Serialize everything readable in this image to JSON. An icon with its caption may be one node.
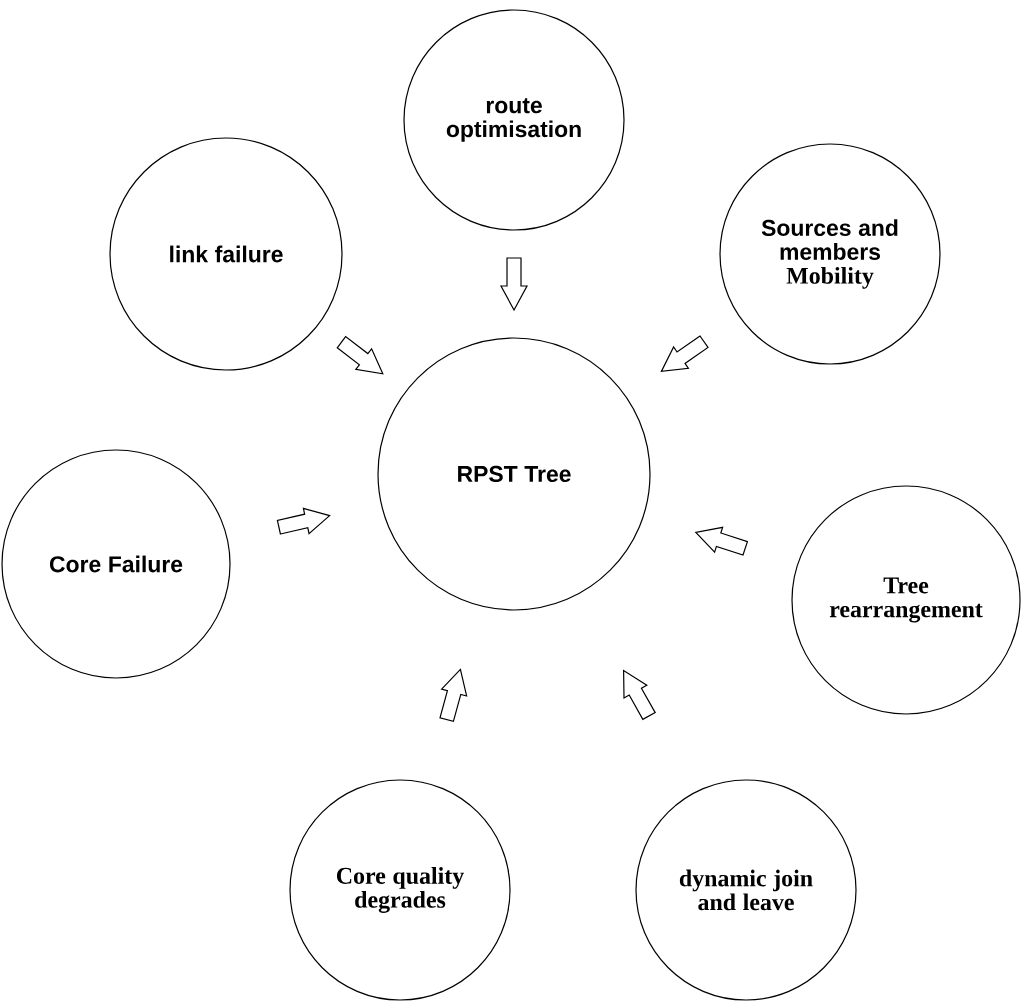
{
  "diagram": {
    "nodes": [
      {
        "text": [
          "route optimisation"
        ]
      },
      {
        "text": [
          "link failure"
        ]
      },
      {
        "text": [
          "Sources and members",
          "Mobility"
        ]
      },
      {
        "text": [
          "RPST Tree"
        ]
      },
      {
        "text": [
          "Core Failure"
        ]
      },
      {
        "text": [
          "Tree rearrangement"
        ]
      },
      {
        "text": [
          "Core quality degrades"
        ]
      },
      {
        "text": [
          "dynamic join and leave"
        ]
      }
    ],
    "edges": [
      {
        "from": 0,
        "to": 3,
        "arrow": "to"
      },
      {
        "from": 1,
        "to": 3,
        "arrow": "to"
      },
      {
        "from": 2,
        "to": 3,
        "arrow": "to"
      },
      {
        "from": 4,
        "to": 3,
        "arrow": "to"
      },
      {
        "from": 5,
        "to": 3,
        "arrow": "to"
      },
      {
        "from": 6,
        "to": 3,
        "arrow": "to"
      },
      {
        "from": 7,
        "to": 3,
        "arrow": "to"
      }
    ]
  }
}
